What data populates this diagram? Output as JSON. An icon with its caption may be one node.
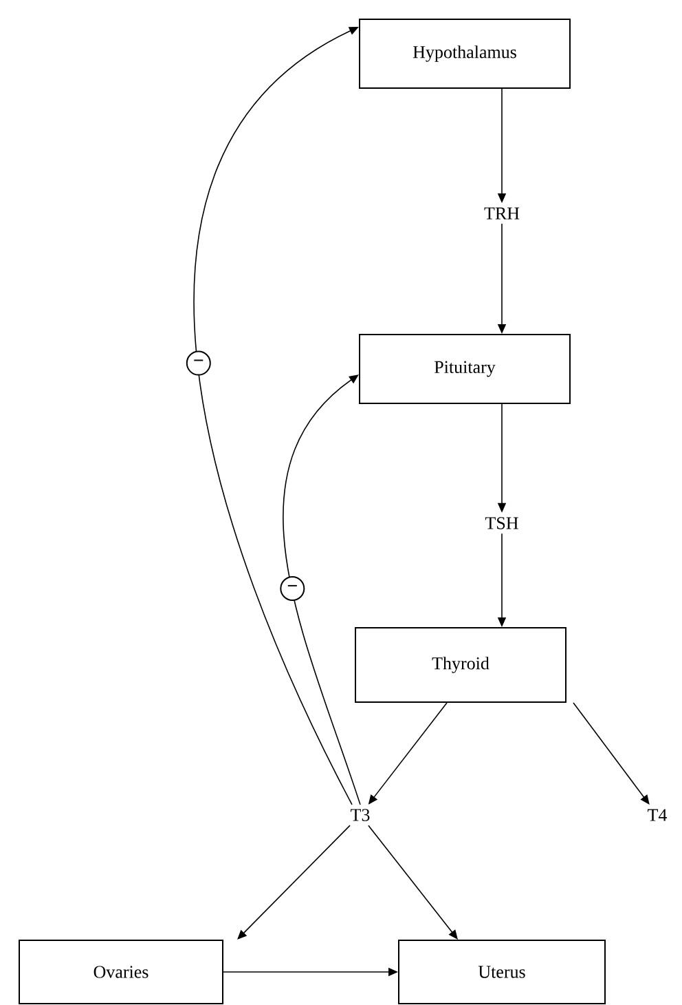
{
  "diagram": {
    "nodes": [
      {
        "text": [
          "Hypothalamus"
        ]
      },
      {
        "text": [
          "TRH"
        ]
      },
      {
        "text": [
          "Pituitary"
        ]
      },
      {
        "text": [
          "TSH"
        ]
      },
      {
        "text": [
          "Thyroid"
        ]
      },
      {
        "text": [
          "T3"
        ]
      },
      {
        "text": [
          "T4"
        ]
      },
      {
        "text": [
          "Ovaries"
        ]
      },
      {
        "text": [
          "Uterus"
        ]
      }
    ],
    "edges": [
      {
        "from": 0,
        "to": 1,
        "arrow": "to"
      },
      {
        "from": 1,
        "to": 2,
        "arrow": "to"
      },
      {
        "from": 2,
        "to": 3,
        "arrow": "to"
      },
      {
        "from": 3,
        "to": 4,
        "arrow": "to"
      },
      {
        "from": 4,
        "to": 5,
        "arrow": "to"
      },
      {
        "from": 4,
        "to": 6,
        "arrow": "to"
      },
      {
        "from": 5,
        "to": 0,
        "arrow": "to",
        "label": "−"
      },
      {
        "from": 5,
        "to": 2,
        "arrow": "to",
        "label": "−"
      },
      {
        "from": 5,
        "to": 7,
        "arrow": "to"
      },
      {
        "from": 5,
        "to": 8,
        "arrow": "to"
      },
      {
        "from": 7,
        "to": 8,
        "arrow": "to"
      }
    ]
  }
}
